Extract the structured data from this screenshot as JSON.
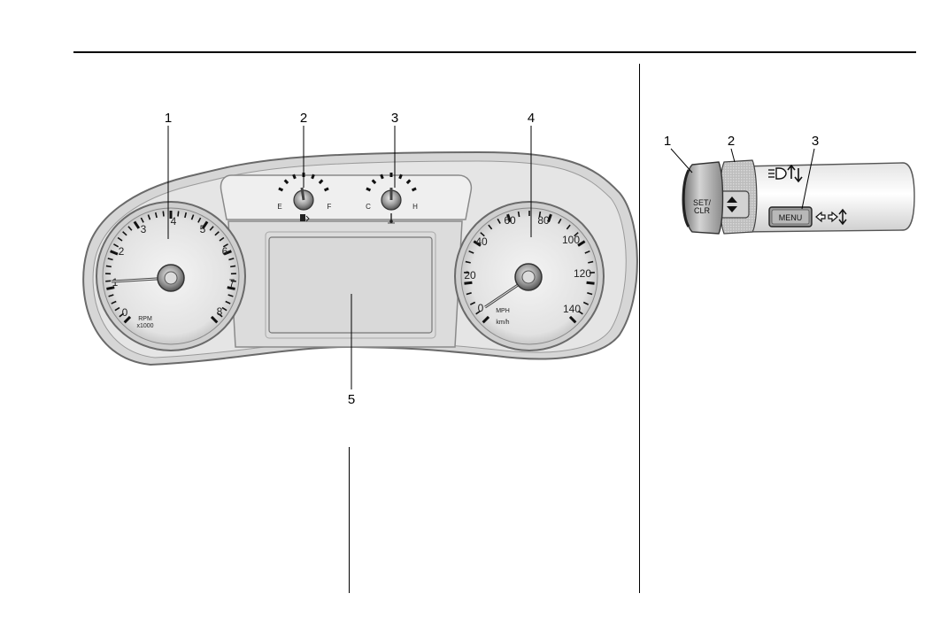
{
  "cluster": {
    "callouts": [
      "1",
      "2",
      "3",
      "4",
      "5"
    ],
    "tachometer": {
      "numbers": [
        "0",
        "1",
        "2",
        "3",
        "4",
        "5",
        "6",
        "7",
        "8"
      ],
      "unit_line1": "RPM",
      "unit_line2": "x1000"
    },
    "fuel_gauge": {
      "empty": "E",
      "full": "F",
      "icon": "fuel-pump-icon"
    },
    "temp_gauge": {
      "cold": "C",
      "hot": "H",
      "icon": "coolant-temperature-icon"
    },
    "speedometer": {
      "numbers": [
        "0",
        "20",
        "40",
        "60",
        "80",
        "100",
        "120",
        "140"
      ],
      "unit_line1": "MPH",
      "unit_line2": "km/h"
    }
  },
  "stalk": {
    "callouts": [
      "1",
      "2",
      "3"
    ],
    "set_clr_line1": "SET/",
    "set_clr_line2": "CLR",
    "menu_label": "MENU",
    "icons": [
      "thumbwheel-arrows-icon",
      "headlamp-icon",
      "arrows-icon"
    ]
  }
}
